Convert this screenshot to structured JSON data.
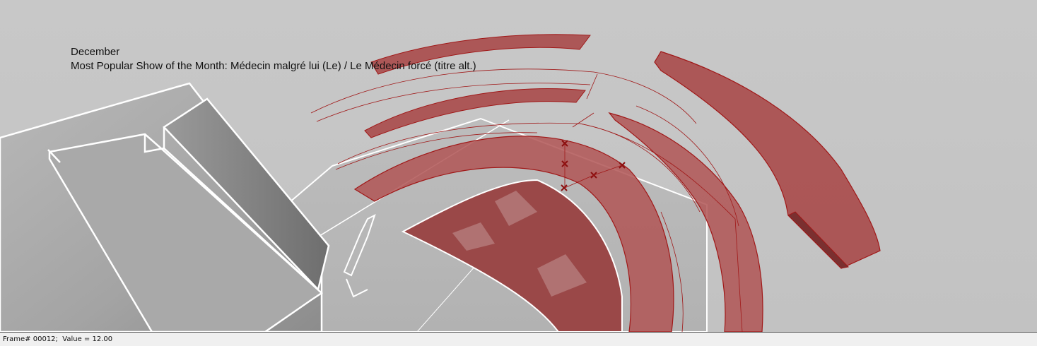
{
  "viewport": {
    "background_color": "#c4c4c4",
    "object_color": "#9a3a3a",
    "wire_color": "#a01818",
    "edge_color": "#ffffff"
  },
  "caption": {
    "month": "December",
    "show": "Most Popular Show of the Month: Médecin malgré lui (Le) / Le Médecin forcé (titre alt.)"
  },
  "status": {
    "frame_label": "Frame#",
    "frame_number": "00012;",
    "value_label": "Value =",
    "value": "12.00"
  }
}
